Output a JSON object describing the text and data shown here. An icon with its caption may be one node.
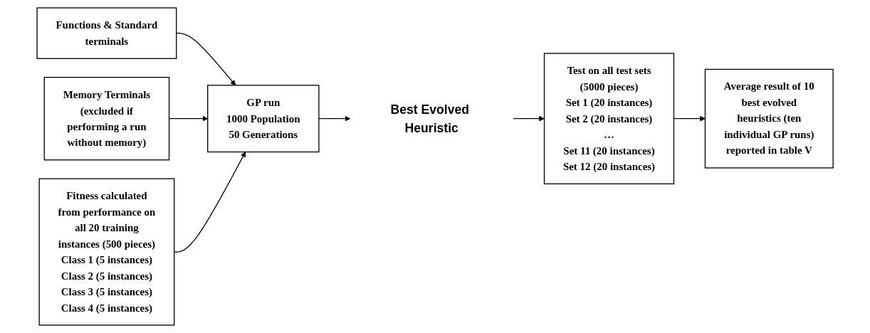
{
  "diagram": {
    "nodes": [
      {
        "text": [
          "Functions & Standard terminals"
        ]
      },
      {
        "text": [
          "Memory Terminals",
          "(excluded if performing a run without memory)"
        ]
      },
      {
        "text": [
          "Fitness calculated from performance on all 20 training instances (500 pieces)",
          "Class 1 (5 instances)",
          "Class 2 (5 instances)",
          "Class 3 (5 instances)",
          "Class 4 (5 instances)"
        ]
      },
      {
        "text": [
          "GP run",
          "1000 Population",
          "50 Generations"
        ]
      },
      {
        "text": [
          "Best Evolved Heuristic"
        ]
      },
      {
        "text": [
          "Test on all test sets (5000 pieces)",
          "Set 1 (20 instances)",
          "Set 2 (20 instances)",
          "…",
          "Set 11 (20 instances)",
          "Set 12 (20 instances)"
        ]
      },
      {
        "text": [
          "Average result of 10 best evolved heuristics (ten individual GP runs) reported in table V"
        ]
      }
    ],
    "edges": [
      {
        "from": 0,
        "to": 3,
        "arrow": "to"
      },
      {
        "from": 1,
        "to": 3,
        "arrow": "to"
      },
      {
        "from": 2,
        "to": 3,
        "arrow": "to"
      },
      {
        "from": 3,
        "to": 4,
        "arrow": "to"
      },
      {
        "from": 4,
        "to": 5,
        "arrow": "to"
      },
      {
        "from": 5,
        "to": 6,
        "arrow": "to"
      }
    ]
  }
}
